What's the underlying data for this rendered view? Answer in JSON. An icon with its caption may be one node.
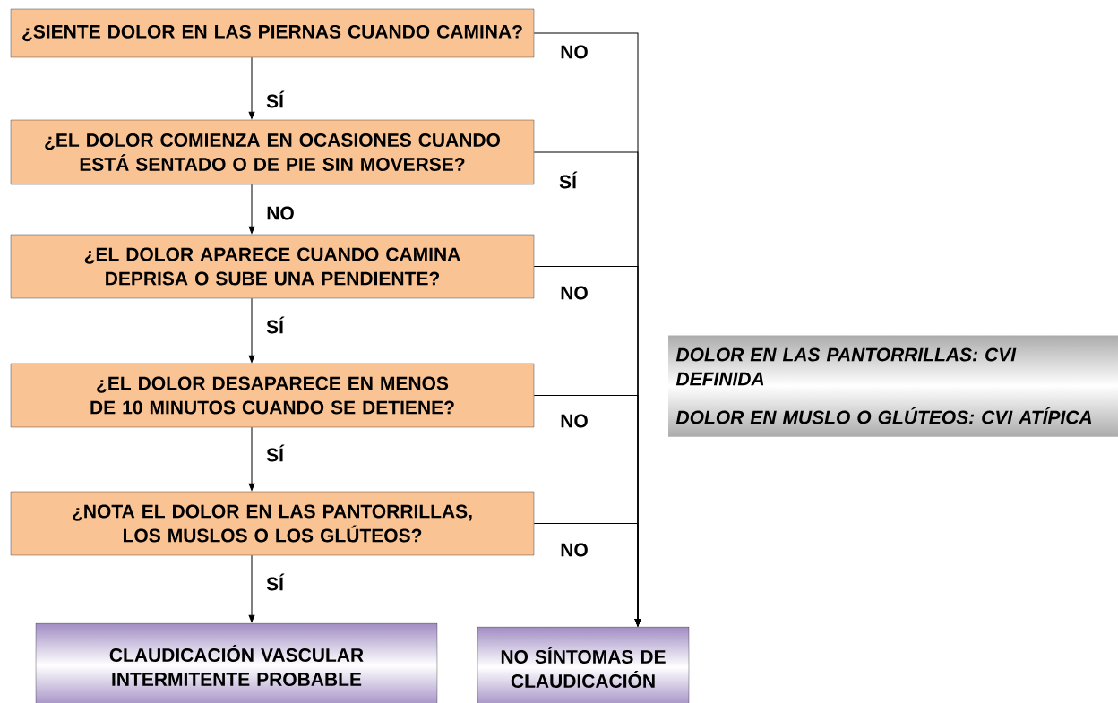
{
  "diagram": {
    "nodes": [
      {
        "text": [
          "¿SIENTE DOLOR EN LAS PIERNAS CUANDO CAMINA?"
        ]
      },
      {
        "text": [
          "¿EL DOLOR COMIENZA EN OCASIONES CUANDO ESTÁ SENTADO O DE PIE SIN MOVERSE?"
        ]
      },
      {
        "text": [
          "¿EL DOLOR APARECE CUANDO CAMINA DEPRISA O SUBE UNA PENDIENTE?"
        ]
      },
      {
        "text": [
          "¿EL DOLOR DESAPARECE EN MENOS DE 10 MINUTOS CUANDO SE DETIENE?"
        ]
      },
      {
        "text": [
          "¿NOTA EL DOLOR EN LAS PANTORRILLAS, LOS MUSLOS O LOS GLÚTEOS?"
        ]
      },
      {
        "text": [
          "CLAUDICACIÓN VASCULAR INTERMITENTE PROBABLE"
        ]
      },
      {
        "text": [
          "NO SÍNTOMAS DE CLAUDICACIÓN"
        ]
      },
      {
        "text": [
          "DOLOR EN LAS PANTORRILLAS: CVI DEFINIDA",
          "DOLOR EN MUSLO O GLÚTEOS: CVI ATÍPICA"
        ]
      }
    ],
    "edges": [
      {
        "from": 0,
        "to": 1,
        "arrow": "to",
        "label": "SÍ"
      },
      {
        "from": 1,
        "to": 2,
        "arrow": "to",
        "label": "NO"
      },
      {
        "from": 2,
        "to": 3,
        "arrow": "to",
        "label": "SÍ"
      },
      {
        "from": 3,
        "to": 4,
        "arrow": "to",
        "label": "SÍ"
      },
      {
        "from": 4,
        "to": 5,
        "arrow": "to",
        "label": "SÍ"
      },
      {
        "from": 0,
        "to": 6,
        "arrow": "to",
        "label": "NO"
      },
      {
        "from": 1,
        "to": 6,
        "arrow": "to",
        "label": "SÍ"
      },
      {
        "from": 2,
        "to": 6,
        "arrow": "to",
        "label": "NO"
      },
      {
        "from": 3,
        "to": 6,
        "arrow": "to",
        "label": "NO"
      },
      {
        "from": 4,
        "to": 6,
        "arrow": "to",
        "label": "NO"
      }
    ]
  }
}
